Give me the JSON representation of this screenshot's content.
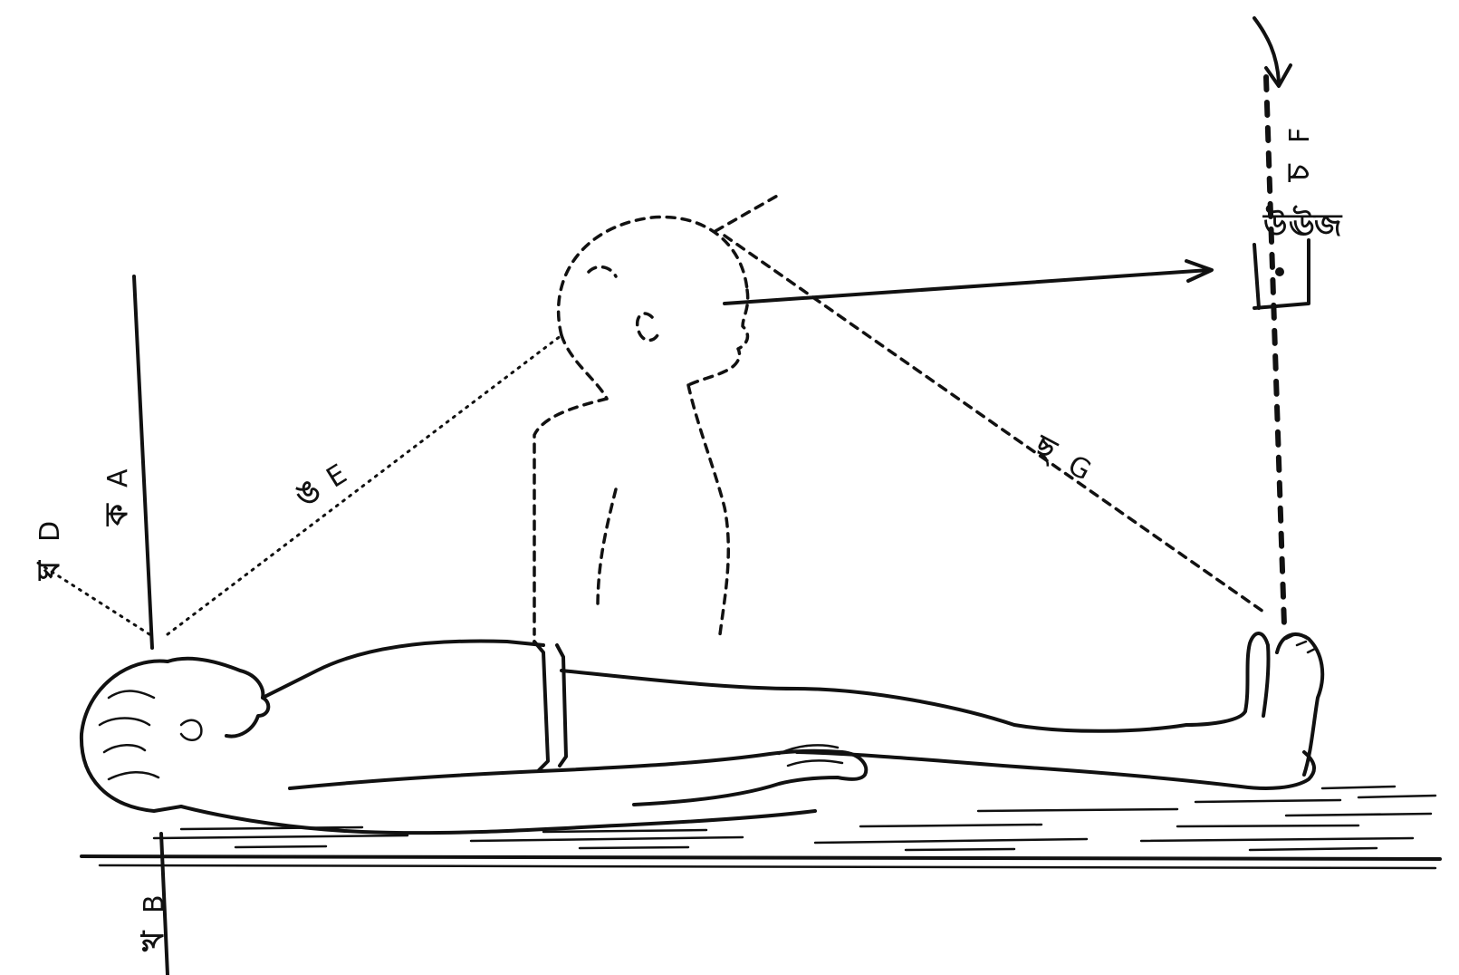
{
  "labels": {
    "A": {
      "native": "ক",
      "letter": "A"
    },
    "B": {
      "native": "খ",
      "letter": "B"
    },
    "D": {
      "native": "ঘ",
      "letter": "D"
    },
    "E": {
      "native": "ঙ",
      "letter": "E"
    },
    "F": {
      "native": "চ",
      "letter": "F"
    },
    "G": {
      "native": "ছ",
      "letter": "G"
    },
    "H": {
      "native": "জ",
      "letter": ""
    },
    "I": {
      "native": "উ",
      "letter": ""
    },
    "J": {
      "native": "ঊ",
      "letter": ""
    }
  },
  "colors": {
    "ink": "#111111",
    "paper": "#ffffff"
  }
}
